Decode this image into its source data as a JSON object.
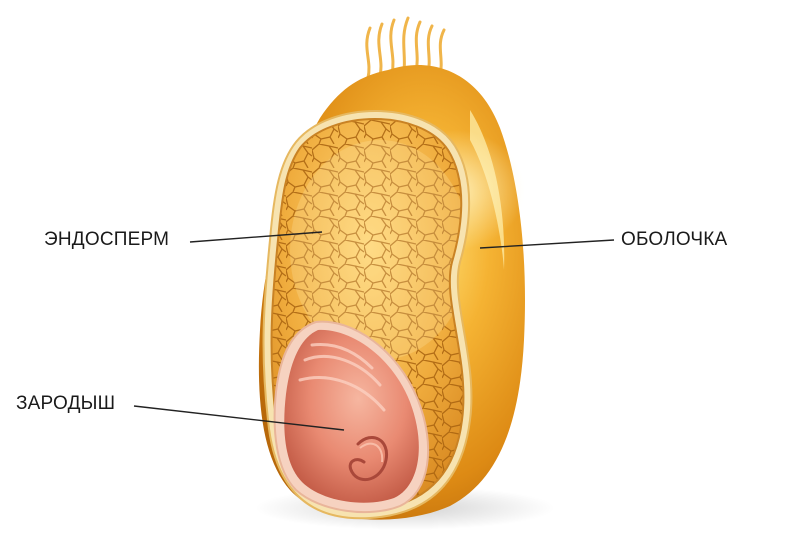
{
  "diagram": {
    "labels": {
      "endosperm": "ЭНДОСПЕРМ",
      "shell": "ОБОЛОЧКА",
      "embryo": "ЗАРОДЫШ"
    },
    "colors": {
      "shell_outer": "#e89a1c",
      "shell_highlight": "#ffd86a",
      "endosperm_fill": "#f3b64a",
      "cell_walls": "#b86c12",
      "embryo_fill": "#e98a72",
      "embryo_dark": "#c9604c",
      "leader_lines": "#222222"
    },
    "icons": {
      "grain": "wheat-grain-cross-section",
      "hairs": "brush-hairs"
    }
  }
}
